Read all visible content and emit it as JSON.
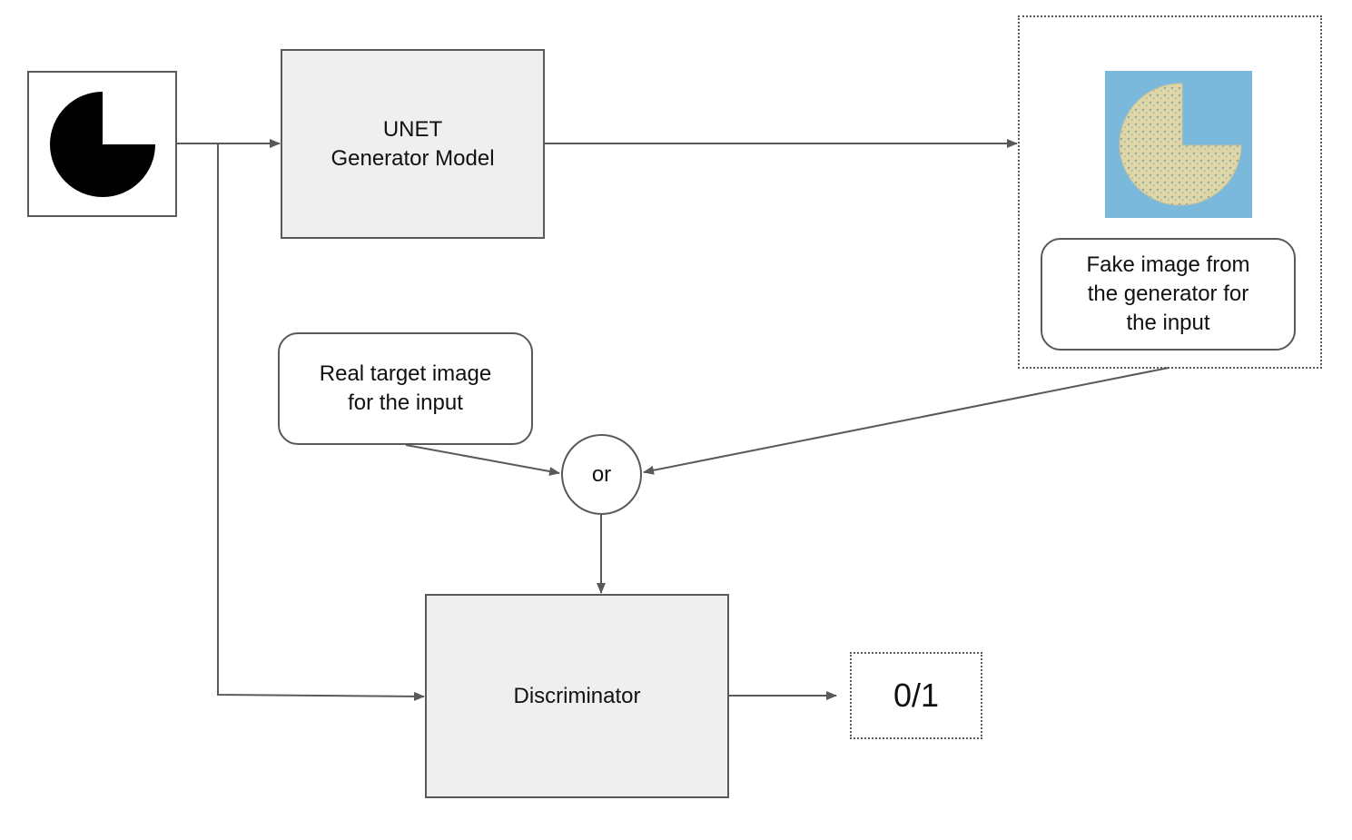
{
  "nodes": {
    "generator": {
      "line1": "UNET",
      "line2": "Generator Model"
    },
    "real_target": {
      "line1": "Real target image",
      "line2": "for the input"
    },
    "fake_image_label": {
      "line1": "Fake image from",
      "line2": "the generator for",
      "line3": "the input"
    },
    "or_junction": {
      "label": "or"
    },
    "discriminator": {
      "label": "Discriminator"
    },
    "output": {
      "label": "0/1"
    }
  },
  "icons": {
    "input_mask": "pie-mask-icon",
    "fake_image": "generated-terrain-image-icon"
  },
  "colors": {
    "stroke": "#595959",
    "box_fill": "#efefef",
    "mask_fill": "#000000",
    "water": "#7ab8dc",
    "land": "#ded6a6"
  }
}
